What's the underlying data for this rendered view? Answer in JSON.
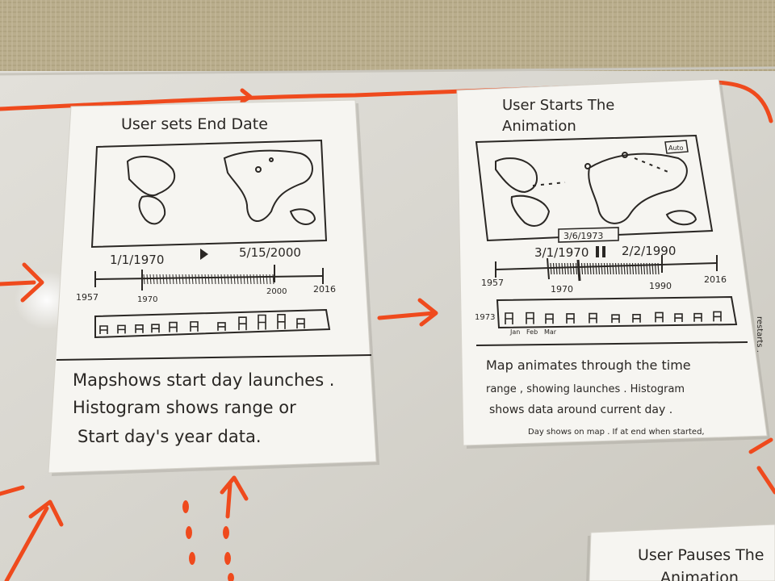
{
  "colors": {
    "wall": "#b9ad8c",
    "board": "#d8d6cf",
    "paper": "#f6f5f1",
    "ink": "#2a2724",
    "marker": "#ef4a1d"
  },
  "card_left": {
    "title": "User sets End Date",
    "start_date": "1/1/1970",
    "end_date": "5/15/2000",
    "play_icon": "play-icon",
    "tick_labels": [
      "1957",
      "1970",
      "2000",
      "2016"
    ],
    "note_lines": [
      "Mapshows start day launches .",
      "Histogram shows range or",
      "Start day's year data."
    ]
  },
  "card_right": {
    "title_lines": [
      "User Starts The",
      "Animation"
    ],
    "map_badge": "Auto",
    "current_date": "3/6/1973",
    "start_date": "3/1/1970",
    "end_date": "2/2/1990",
    "pause_icon": "pause-icon",
    "tick_labels": [
      "1957",
      "1970",
      "1990",
      "2016"
    ],
    "histogram_year": "1973",
    "month_labels": [
      "Jan",
      "Feb",
      "Mar"
    ],
    "note_lines": [
      "Map animates through the time",
      "range , showing launches . Histogram",
      "shows data around current day .",
      "Day shows on map . If at end when started,"
    ],
    "side_note": "restarts ."
  },
  "card_bottom": {
    "title_lines": [
      "User Pauses The",
      "Animation"
    ]
  }
}
